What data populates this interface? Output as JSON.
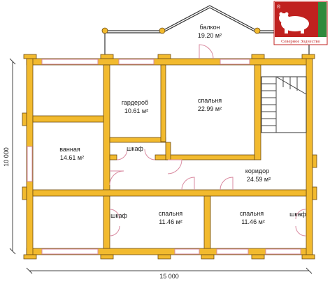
{
  "rooms": {
    "balcony": {
      "name": "балкон",
      "area": "19.20 м²"
    },
    "wardrobe": {
      "name": "гардероб",
      "area": "10.61 м²"
    },
    "bedroom_main": {
      "name": "спальня",
      "area": "22.99 м²"
    },
    "bathroom": {
      "name": "ванная",
      "area": "14.61 м²"
    },
    "closet_top": {
      "name": "шкаф"
    },
    "corridor": {
      "name": "коридор",
      "area": "24.59 м²"
    },
    "closet_left": {
      "name": "шкаф"
    },
    "bedroom_left": {
      "name": "спальня",
      "area": "11.46 м²"
    },
    "bedroom_right": {
      "name": "спальня",
      "area": "11.46 м²"
    },
    "closet_right": {
      "name": "шкаф"
    }
  },
  "dimensions": {
    "width": "15 000",
    "height": "10 000"
  },
  "logo": {
    "caption": "Северное Зодчество",
    "registered_mark": "®"
  },
  "colors": {
    "log_wall": "#f2ba2e",
    "log_outline": "#6b4a10",
    "door_window": "#d98aa0",
    "logo_red": "#c0211f"
  }
}
